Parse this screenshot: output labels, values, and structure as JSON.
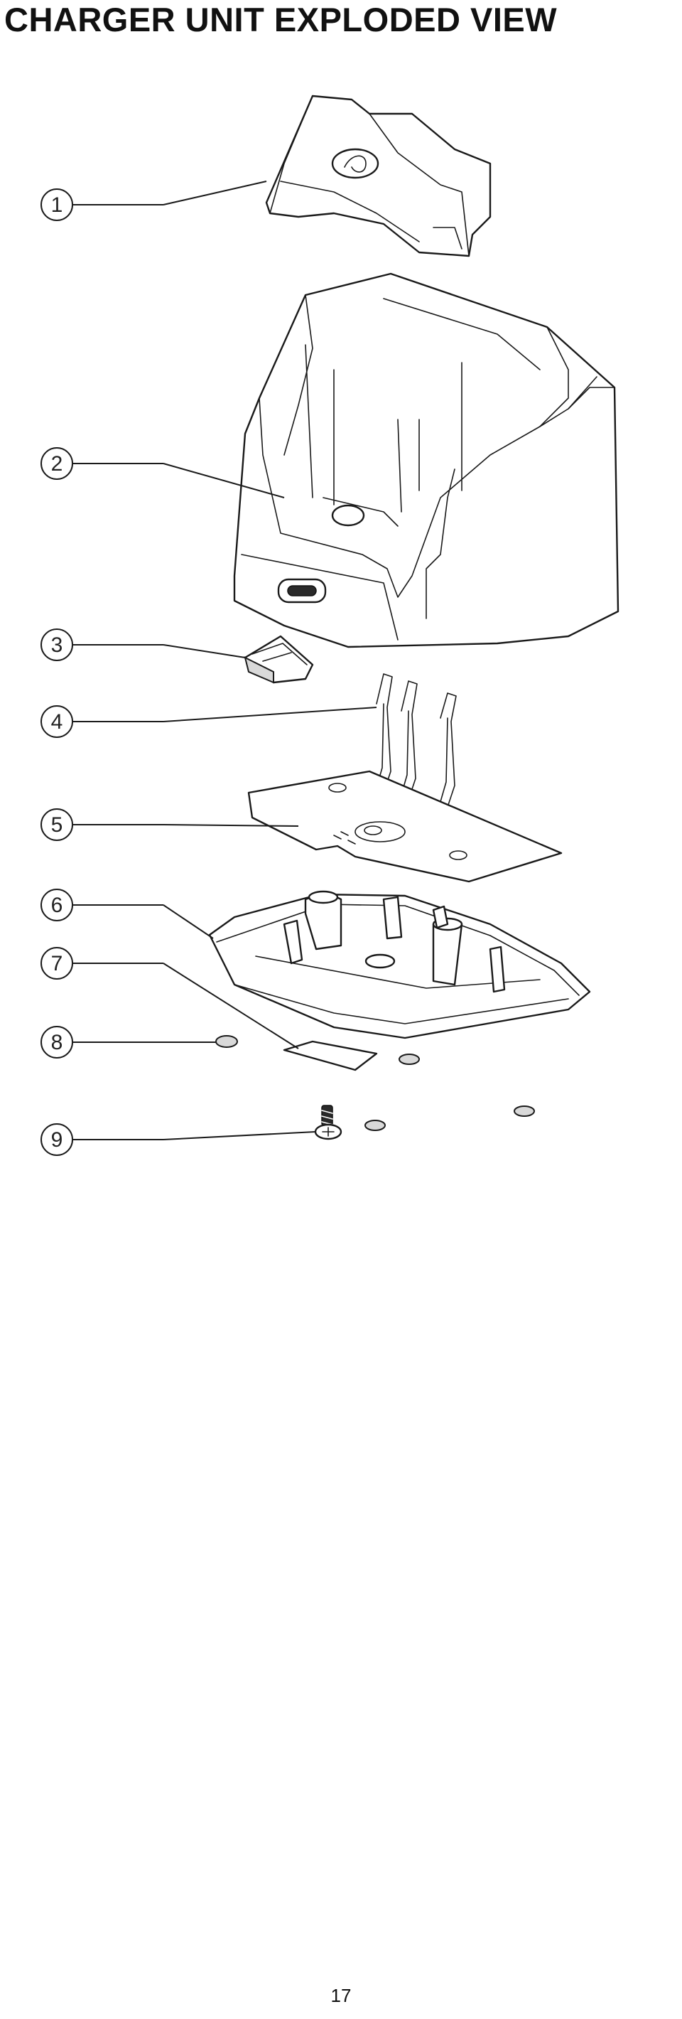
{
  "title": "CHARGER UNIT EXPLODED VIEW",
  "callouts": [
    "1",
    "2",
    "3",
    "4",
    "5",
    "6",
    "7",
    "8",
    "9"
  ],
  "page_number": "17"
}
